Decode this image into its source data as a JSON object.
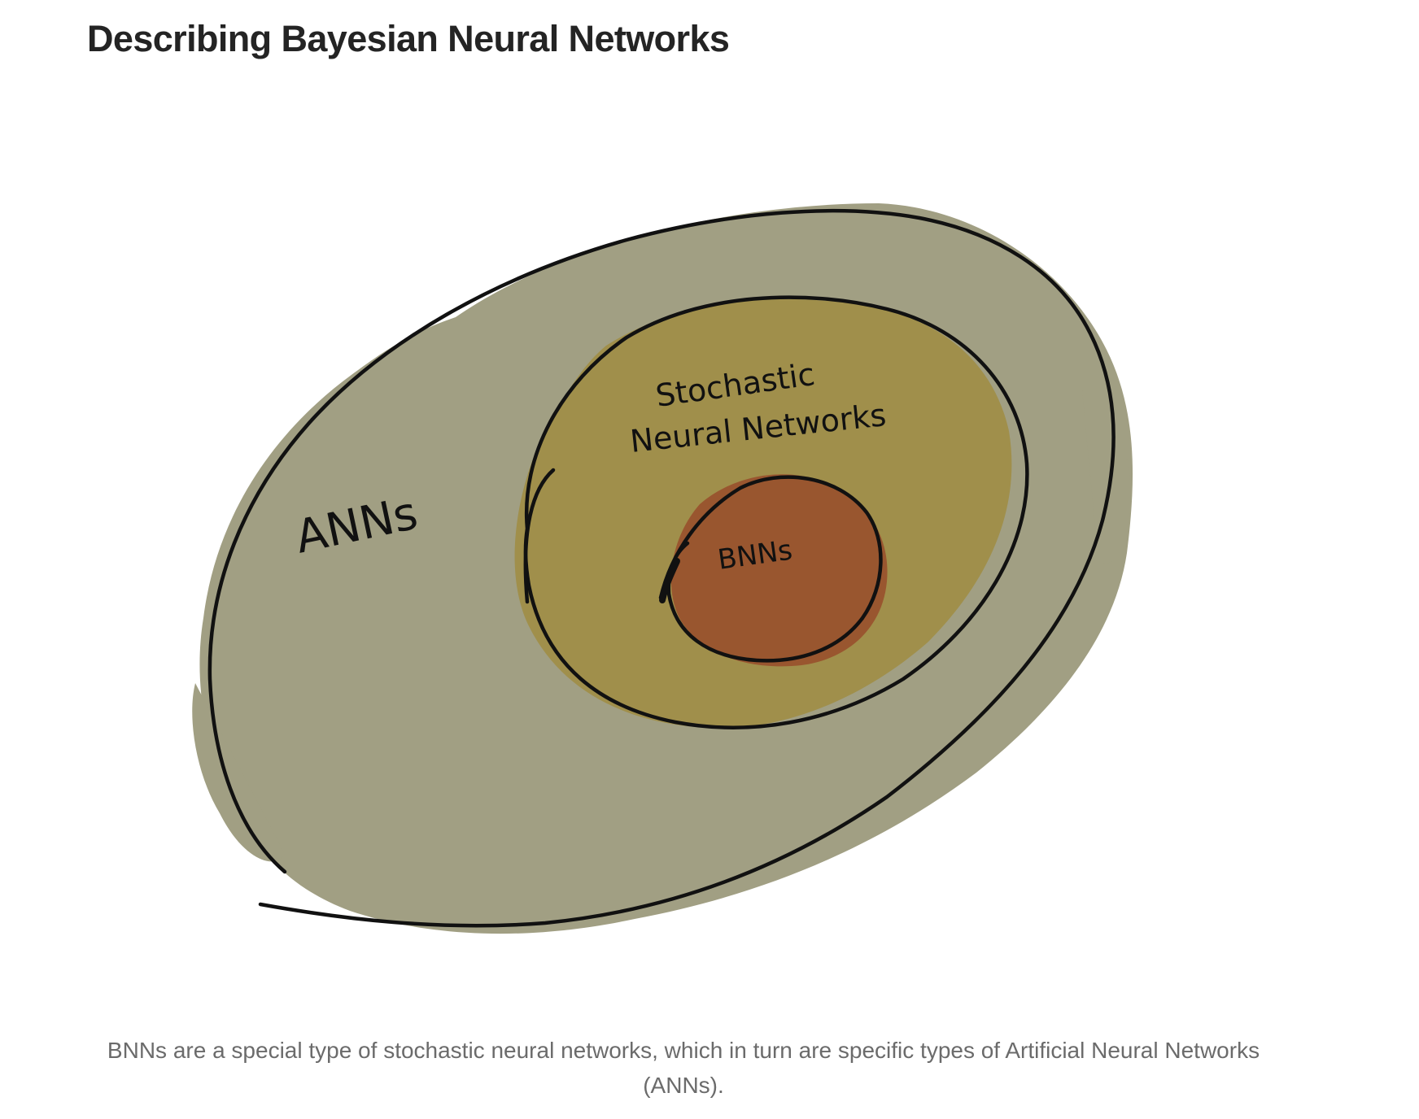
{
  "article": {
    "heading": "Describing Bayesian Neural Networks"
  },
  "diagram": {
    "outer_label": "ANNs",
    "middle_label_line1": "Stochastic",
    "middle_label_line2": "Neural Networks",
    "inner_label": "BNNs",
    "colors": {
      "outer_fill": "#a19f83",
      "middle_fill": "#a08f4b",
      "inner_fill": "#99562f",
      "stroke": "#111111"
    }
  },
  "figure": {
    "caption": "BNNs are a special type of stochastic neural networks, which in turn are specific types of Artificial Neural Networks (ANNs)."
  }
}
